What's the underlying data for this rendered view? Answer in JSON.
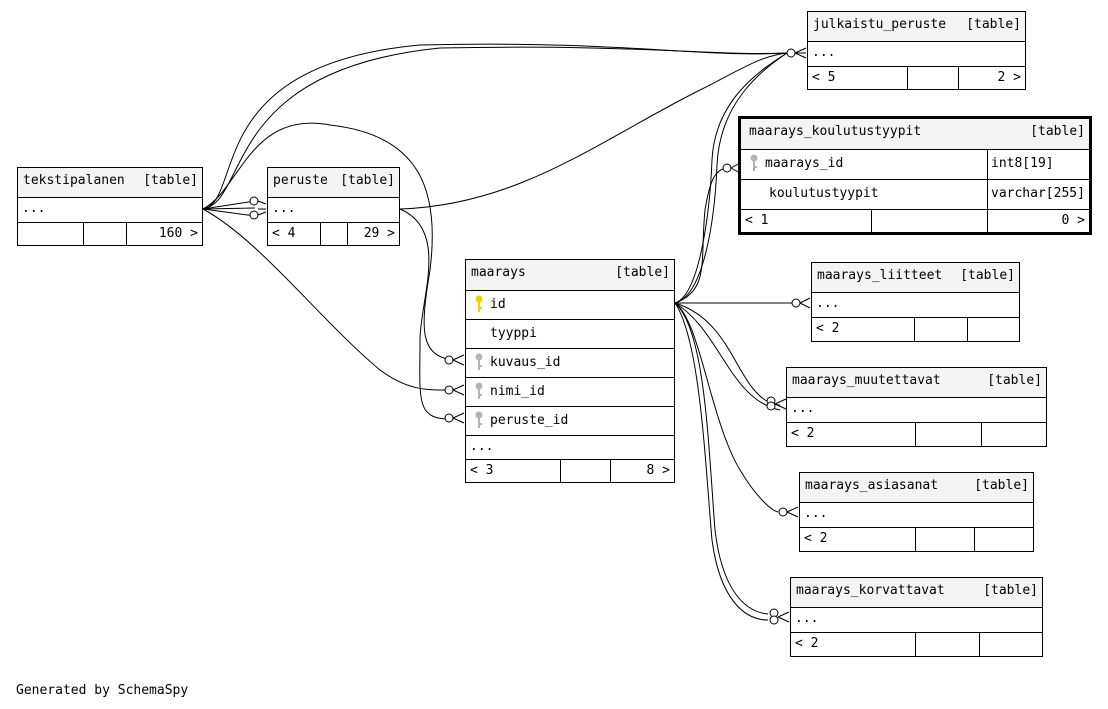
{
  "tables": {
    "julkaistu_peruste": {
      "name": "julkaistu_peruste",
      "kind": "[table]",
      "more": "...",
      "left": "< 5",
      "right": "2 >"
    },
    "maarays_koulutustyypit": {
      "name": "maarays_koulutustyypit",
      "kind": "[table]",
      "columns": [
        {
          "name": "maarays_id",
          "type": "int8[19]"
        },
        {
          "name": "koulutustyypit",
          "type": "varchar[255]"
        }
      ],
      "left": "< 1",
      "right": "0 >"
    },
    "tekstipalanen": {
      "name": "tekstipalanen",
      "kind": "[table]",
      "more": "...",
      "right": "160 >"
    },
    "peruste": {
      "name": "peruste",
      "kind": "[table]",
      "more": "...",
      "left": "< 4",
      "right": "29 >"
    },
    "maarays": {
      "name": "maarays",
      "kind": "[table]",
      "columns": [
        {
          "name": "id"
        },
        {
          "name": "tyyppi"
        },
        {
          "name": "kuvaus_id"
        },
        {
          "name": "nimi_id"
        },
        {
          "name": "peruste_id"
        }
      ],
      "more": "...",
      "left": "< 3",
      "right": "8 >"
    },
    "maarays_liitteet": {
      "name": "maarays_liitteet",
      "kind": "[table]",
      "more": "...",
      "left": "< 2"
    },
    "maarays_muutettavat": {
      "name": "maarays_muutettavat",
      "kind": "[table]",
      "more": "...",
      "left": "< 2"
    },
    "maarays_asiasanat": {
      "name": "maarays_asiasanat",
      "kind": "[table]",
      "more": "...",
      "left": "< 2"
    },
    "maarays_korvattavat": {
      "name": "maarays_korvattavat",
      "kind": "[table]",
      "more": "...",
      "left": "< 2"
    }
  },
  "colors": {
    "primary_key": "#f0d000",
    "foreign_key": "#b4b4b4",
    "header_bg": "#f4f4f4"
  },
  "icons": {
    "primary_key": "key-icon",
    "foreign_key": "key-icon",
    "relationship_end": "crows-foot-icon"
  },
  "footer": "Generated by SchemaSpy"
}
